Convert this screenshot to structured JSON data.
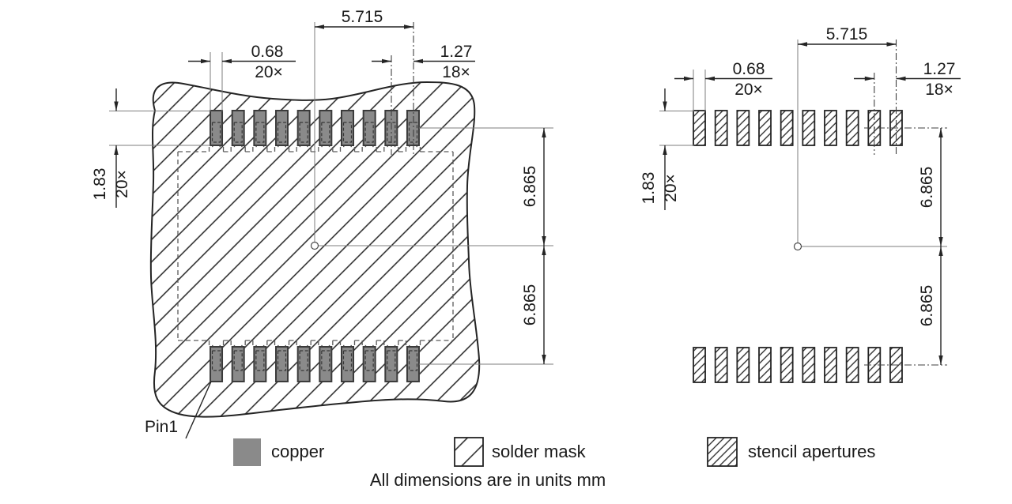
{
  "note": "All dimensions are in units mm",
  "left": {
    "span": "5.715",
    "width": "0.68",
    "width_qty": "20×",
    "pitch": "1.27",
    "pitch_qty": "18×",
    "length": "1.83",
    "length_qty": "20×",
    "row_top": "6.865",
    "row_bottom": "6.865",
    "pin1": "Pin1"
  },
  "right": {
    "span": "5.715",
    "width": "0.68",
    "width_qty": "20×",
    "pitch": "1.27",
    "pitch_qty": "18×",
    "length": "1.83",
    "length_qty": "20×",
    "row_top": "6.865",
    "row_bottom": "6.865"
  },
  "legend": {
    "copper": "copper",
    "solder_mask": "solder mask",
    "stencil": "stencil apertures"
  },
  "colors": {
    "copper_fill": "#8a8a8a",
    "pad_border": "#3b3b3b",
    "line": "#242424",
    "background": "#ffffff"
  },
  "counts": {
    "pads_per_row": 10,
    "rows": 2,
    "total_pads": 20,
    "gaps": 18
  }
}
